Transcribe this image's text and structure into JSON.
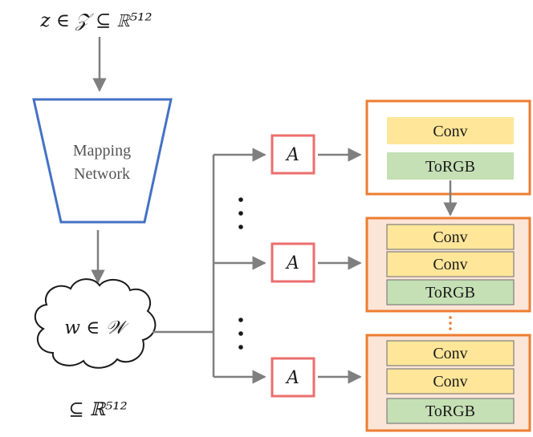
{
  "input_label": "z ∈ 𝒵 ⊆ ℝ⁵¹²",
  "mapping_network": {
    "line1": "Mapping",
    "line2": "Network"
  },
  "latent_label": "w ∈ 𝒲",
  "latent_subset_label": "⊆ ℝ⁵¹²",
  "affine_label": "A",
  "vertical_ellipsis": "⋮",
  "blocks": [
    {
      "layers": [
        "Conv",
        "ToRGB"
      ]
    },
    {
      "layers": [
        "Conv",
        "Conv",
        "ToRGB"
      ]
    },
    {
      "layers": [
        "Conv",
        "Conv",
        "ToRGB"
      ]
    }
  ],
  "colors": {
    "mapping_border": "#4472C4",
    "affine_border": "#EB6E6E",
    "block_border": "#ED7D31",
    "block_fill": "#FBE5D6",
    "conv_fill": "#FFE699",
    "torgb_fill": "#C5E0B4",
    "arrow": "#7F7F7F",
    "text": "#1a1a1a"
  }
}
